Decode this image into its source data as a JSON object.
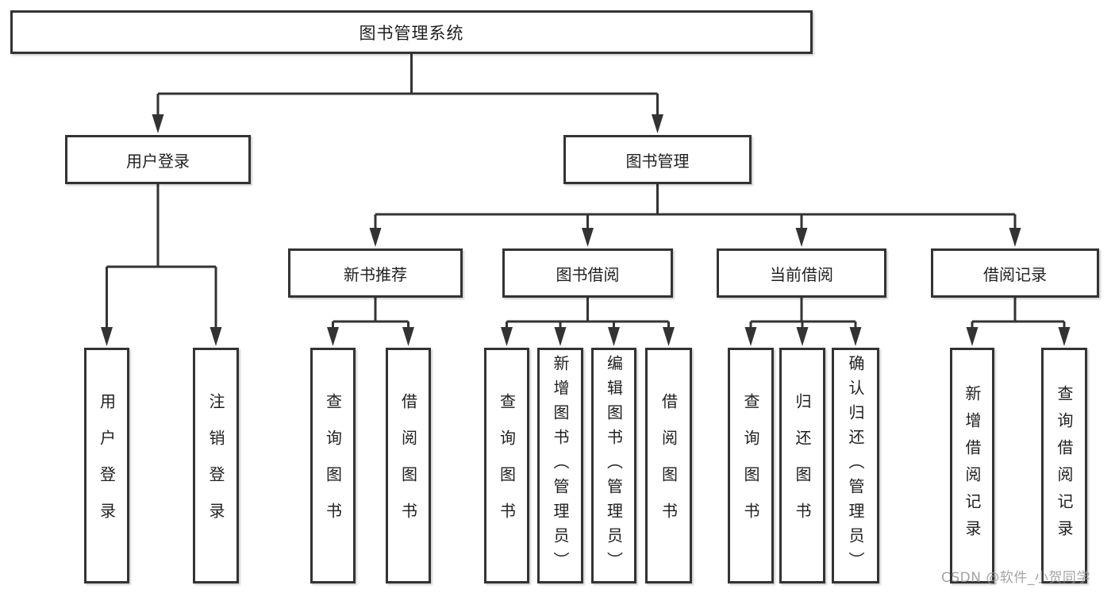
{
  "title": "图书管理系统",
  "tree": {
    "label": "图书管理系统",
    "children": [
      {
        "label": "用户登录",
        "children": [
          {
            "label": "用户登录"
          },
          {
            "label": "注销登录"
          }
        ]
      },
      {
        "label": "图书管理",
        "children": [
          {
            "label": "新书推荐",
            "children": [
              {
                "label": "查询图书"
              },
              {
                "label": "借阅图书"
              }
            ]
          },
          {
            "label": "图书借阅",
            "children": [
              {
                "label": "查询图书"
              },
              {
                "label": "新增图书（管理员）"
              },
              {
                "label": "编辑图书（管理员）"
              },
              {
                "label": "借阅图书"
              }
            ]
          },
          {
            "label": "当前借阅",
            "children": [
              {
                "label": "查询图书"
              },
              {
                "label": "归还图书"
              },
              {
                "label": "确认归还（管理员）"
              }
            ]
          },
          {
            "label": "借阅记录",
            "children": [
              {
                "label": "新增借阅记录"
              },
              {
                "label": "查询借阅记录"
              }
            ]
          }
        ]
      }
    ]
  },
  "watermark": "CSDN @软件_小贺同学",
  "colors": {
    "line": "#333333",
    "box_border": "#333333",
    "box_fill": "#ffffff",
    "text": "#1f1f1f",
    "watermark": "#949494",
    "background": "#ffffff"
  }
}
